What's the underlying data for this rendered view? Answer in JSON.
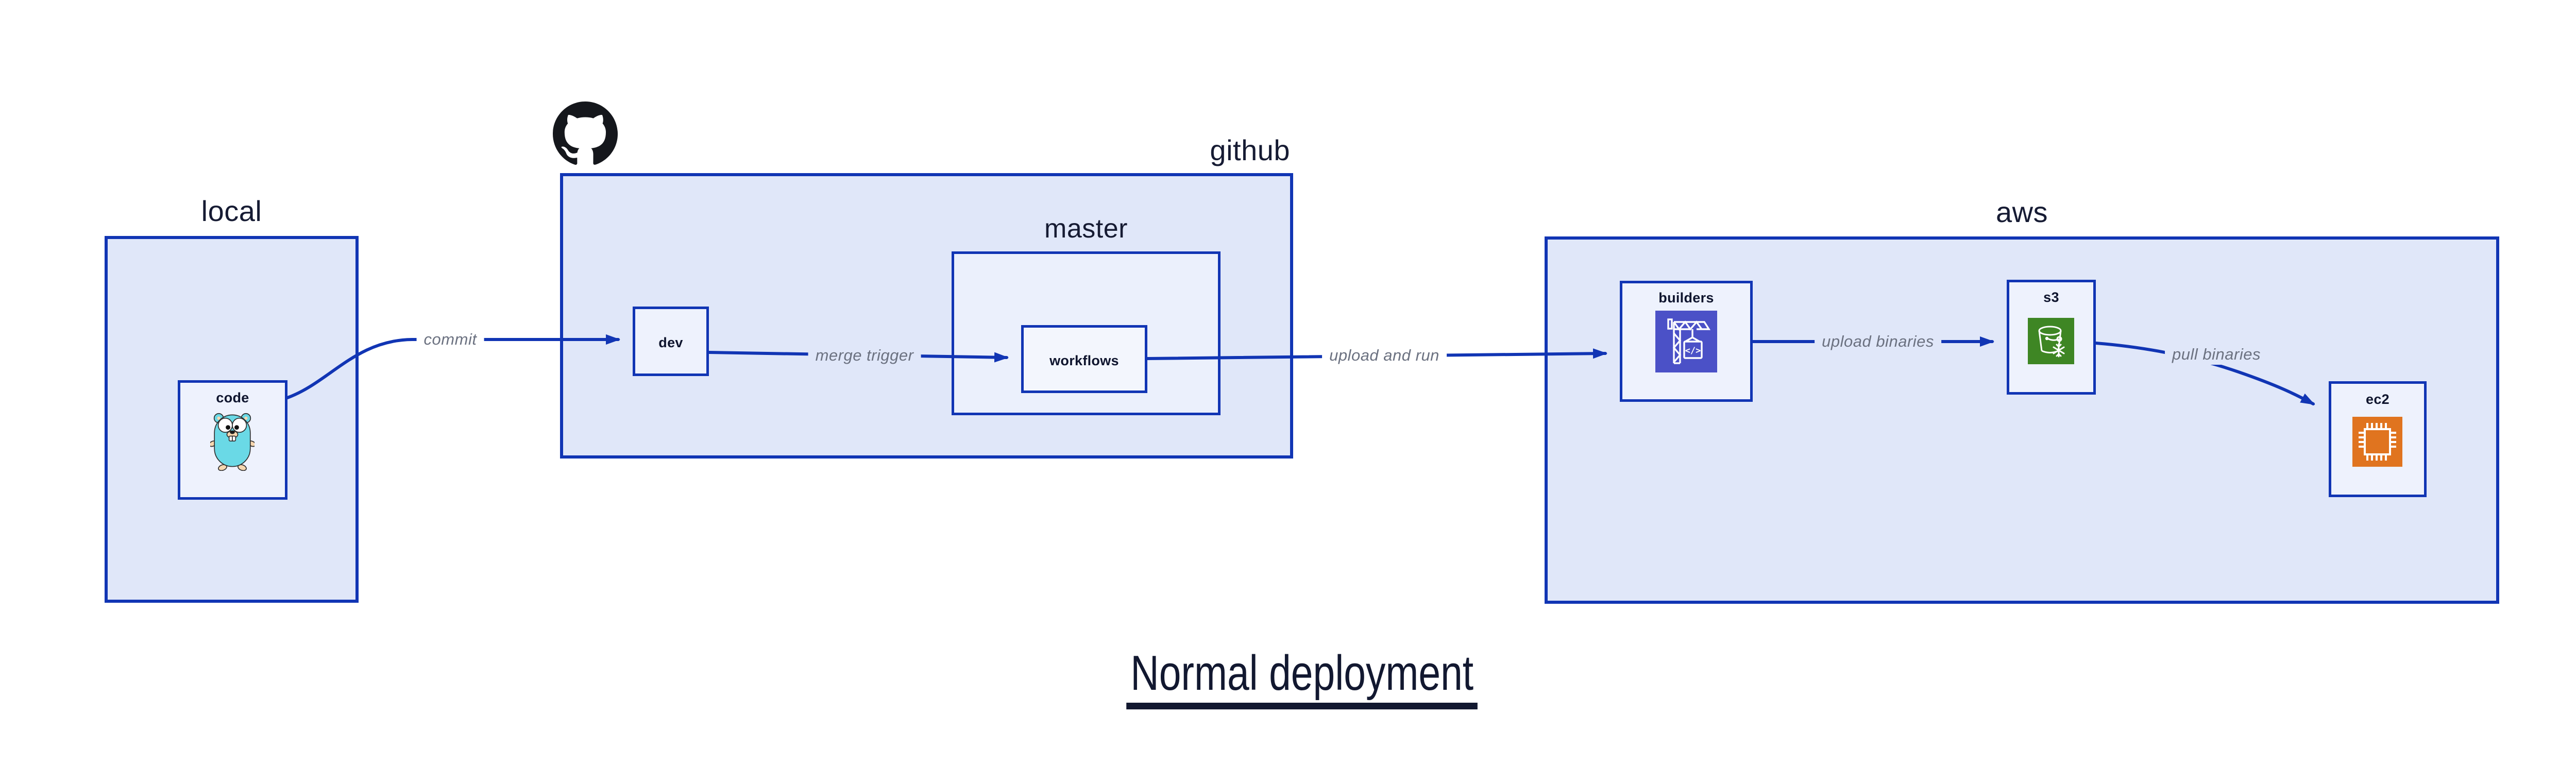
{
  "title": {
    "text": "Normal deployment"
  },
  "groups": {
    "local": {
      "label": "local"
    },
    "github": {
      "label": "github"
    },
    "master": {
      "label": "master"
    },
    "aws": {
      "label": "aws"
    }
  },
  "nodes": {
    "code": {
      "label": "code",
      "icon": "go-gopher-icon"
    },
    "dev": {
      "label": "dev"
    },
    "workflows": {
      "label": "workflows"
    },
    "builders": {
      "label": "builders",
      "icon": "aws-codebuild-icon"
    },
    "s3": {
      "label": "s3",
      "icon": "aws-s3-glacier-icon"
    },
    "ec2": {
      "label": "ec2",
      "icon": "aws-ec2-icon"
    }
  },
  "edges": {
    "commit": {
      "label": "commit",
      "from": "code",
      "to": "dev"
    },
    "merge_trigger": {
      "label": "merge trigger",
      "from": "dev",
      "to": "workflows"
    },
    "upload_and_run": {
      "label": "upload and run",
      "from": "workflows",
      "to": "builders"
    },
    "upload_binaries": {
      "label": "upload binaries",
      "from": "builders",
      "to": "s3"
    },
    "pull_binaries": {
      "label": "pull binaries",
      "from": "s3",
      "to": "ec2"
    }
  },
  "icons": {
    "github_logo": "github-octocat-icon"
  },
  "colors": {
    "border_blue": "#1135b4",
    "group_fill": "#e0e7f9",
    "node_fill": "#eef2fd",
    "master_fill": "#ebf0fc",
    "workflows_fill": "#f3f6fd",
    "edge_label_gray": "#6b7180",
    "label_navy": "#161b33",
    "codebuild_purple": "#4b51c7",
    "s3_green": "#3e8624",
    "ec2_orange": "#e0741f",
    "gopher_teal": "#6ad9e6",
    "github_black": "#15171c"
  }
}
